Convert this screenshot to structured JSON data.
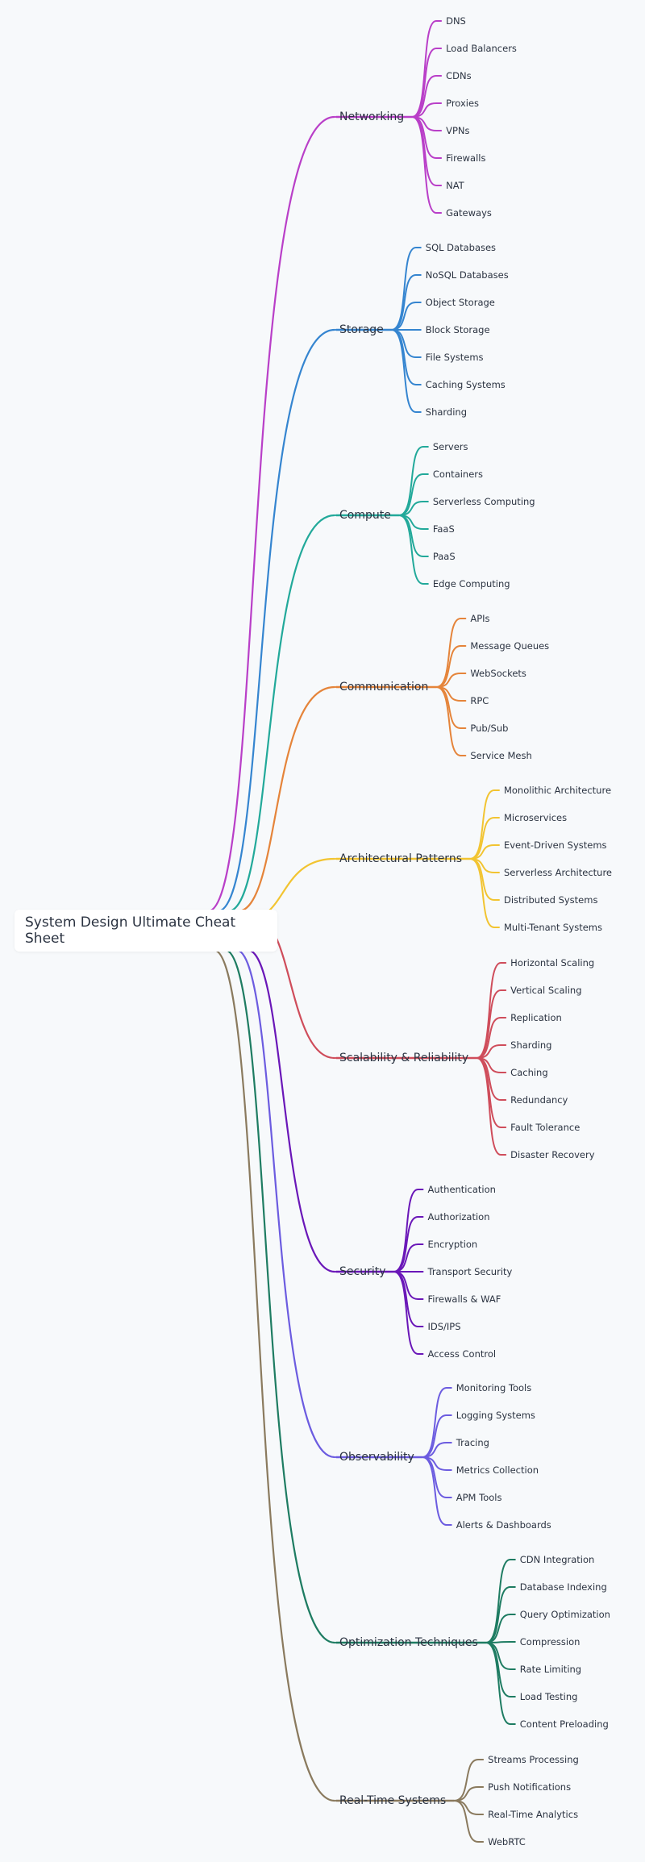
{
  "root": {
    "label": "System Design Ultimate Cheat Sheet"
  },
  "branches": [
    {
      "label": "Networking",
      "color": "#b93fc8",
      "children": [
        "DNS",
        "Load Balancers",
        "CDNs",
        "Proxies",
        "VPNs",
        "Firewalls",
        "NAT",
        "Gateways"
      ]
    },
    {
      "label": "Storage",
      "color": "#3585d0",
      "children": [
        "SQL Databases",
        "NoSQL Databases",
        "Object Storage",
        "Block Storage",
        "File Systems",
        "Caching Systems",
        "Sharding"
      ]
    },
    {
      "label": "Compute",
      "color": "#22a99a",
      "children": [
        "Servers",
        "Containers",
        "Serverless Computing",
        "FaaS",
        "PaaS",
        "Edge Computing"
      ]
    },
    {
      "label": "Communication",
      "color": "#e5843a",
      "children": [
        "APIs",
        "Message Queues",
        "WebSockets",
        "RPC",
        "Pub/Sub",
        "Service Mesh"
      ]
    },
    {
      "label": "Architectural Patterns",
      "color": "#f2c431",
      "children": [
        "Monolithic Architecture",
        "Microservices",
        "Event-Driven Systems",
        "Serverless Architecture",
        "Distributed Systems",
        "Multi-Tenant Systems"
      ]
    },
    {
      "label": "Scalability & Reliability",
      "color": "#cf4d5b",
      "children": [
        "Horizontal Scaling",
        "Vertical Scaling",
        "Replication",
        "Sharding",
        "Caching",
        "Redundancy",
        "Fault Tolerance",
        "Disaster Recovery"
      ]
    },
    {
      "label": "Security",
      "color": "#6a17b8",
      "children": [
        "Authentication",
        "Authorization",
        "Encryption",
        "Transport Security",
        "Firewalls & WAF",
        "IDS/IPS",
        "Access Control"
      ]
    },
    {
      "label": "Observability",
      "color": "#6c5ce0",
      "children": [
        "Monitoring Tools",
        "Logging Systems",
        "Tracing",
        "Metrics Collection",
        "APM Tools",
        "Alerts & Dashboards"
      ]
    },
    {
      "label": "Optimization Techniques",
      "color": "#1e7c62",
      "children": [
        "CDN Integration",
        "Database Indexing",
        "Query Optimization",
        "Compression",
        "Rate Limiting",
        "Load Testing",
        "Content Preloading"
      ]
    },
    {
      "label": "Real-Time Systems",
      "color": "#8a7a5e",
      "children": [
        "Streams Processing",
        "Push Notifications",
        "Real-Time Analytics",
        "WebRTC"
      ]
    }
  ]
}
